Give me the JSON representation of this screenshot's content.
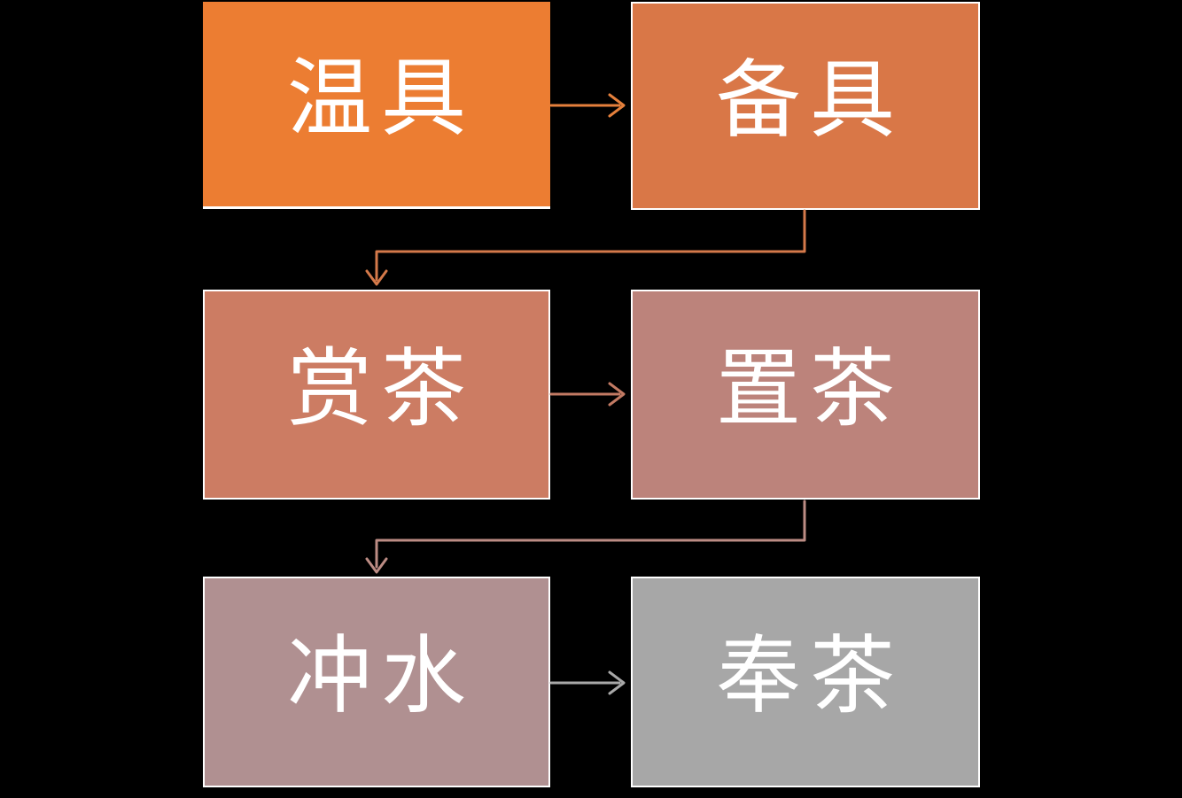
{
  "page": {
    "background": "#000000",
    "text_color": "#ffffff",
    "box_border_color": "#ffffff"
  },
  "diagram": {
    "type": "flowchart",
    "flow_order": [
      "温具",
      "备具",
      "赏茶",
      "置茶",
      "冲水",
      "奉茶"
    ],
    "steps": [
      {
        "label": "温具",
        "color": "#EC7D32",
        "row": 1,
        "col": 1
      },
      {
        "label": "备具",
        "color": "#D97747",
        "row": 1,
        "col": 2
      },
      {
        "label": "赏茶",
        "color": "#CC7C63",
        "row": 2,
        "col": 1
      },
      {
        "label": "置茶",
        "color": "#BC837B",
        "row": 2,
        "col": 2
      },
      {
        "label": "冲水",
        "color": "#B09091",
        "row": 3,
        "col": 1
      },
      {
        "label": "奉茶",
        "color": "#A7A7A7",
        "row": 3,
        "col": 2
      }
    ],
    "connectors": [
      {
        "from": "温具",
        "to": "备具",
        "shape": "straight-arrow",
        "color": "#E5803C"
      },
      {
        "from": "备具",
        "to": "赏茶",
        "shape": "elbow-arrow",
        "color": "#D4794A"
      },
      {
        "from": "赏茶",
        "to": "置茶",
        "shape": "straight-arrow",
        "color": "#C27A63"
      },
      {
        "from": "置茶",
        "to": "冲水",
        "shape": "elbow-arrow",
        "color": "#BC8C84"
      },
      {
        "from": "冲水",
        "to": "奉茶",
        "shape": "straight-arrow",
        "color": "#A8A8A8"
      }
    ]
  }
}
